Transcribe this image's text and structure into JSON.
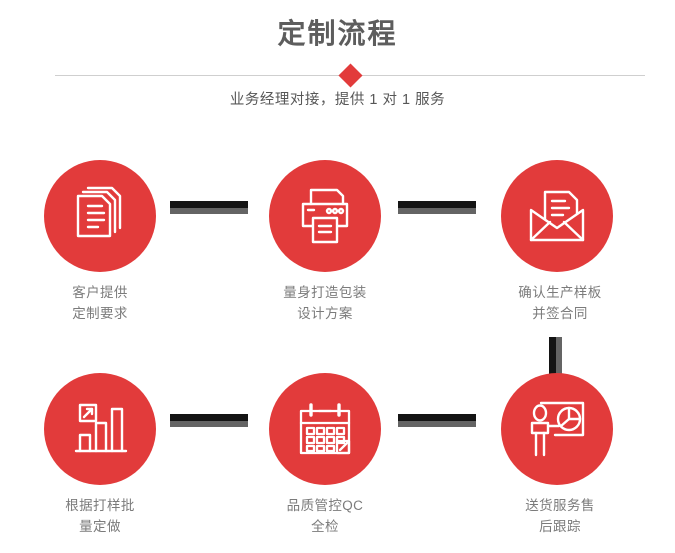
{
  "header": {
    "title": "定制流程",
    "subtitle": "业务经理对接，提供 1 对 1 服务",
    "divider_icon": "diamond-marker",
    "accent_color": "#e23b3b",
    "title_color": "#5d5d5d",
    "subtitle_color": "#575757"
  },
  "flow": {
    "connector_dark_color": "#141414",
    "connector_gray_color": "#646464",
    "label_color": "#7b7b7b",
    "rows": [
      {
        "steps": [
          {
            "label": "客户提供\n定制要求",
            "icon": "documents-stack-icon"
          },
          {
            "label": "量身打造包装\n设计方案",
            "icon": "printer-icon"
          },
          {
            "label": "确认生产样板\n并签合同",
            "icon": "envelope-document-icon"
          }
        ]
      },
      {
        "steps": [
          {
            "label": "根据打样批\n量定做",
            "icon": "bar-chart-growth-icon"
          },
          {
            "label": "品质管控QC\n全检",
            "icon": "calendar-check-icon"
          },
          {
            "label": "送货服务售\n后跟踪",
            "icon": "presenter-pie-chart-icon"
          }
        ]
      }
    ]
  }
}
